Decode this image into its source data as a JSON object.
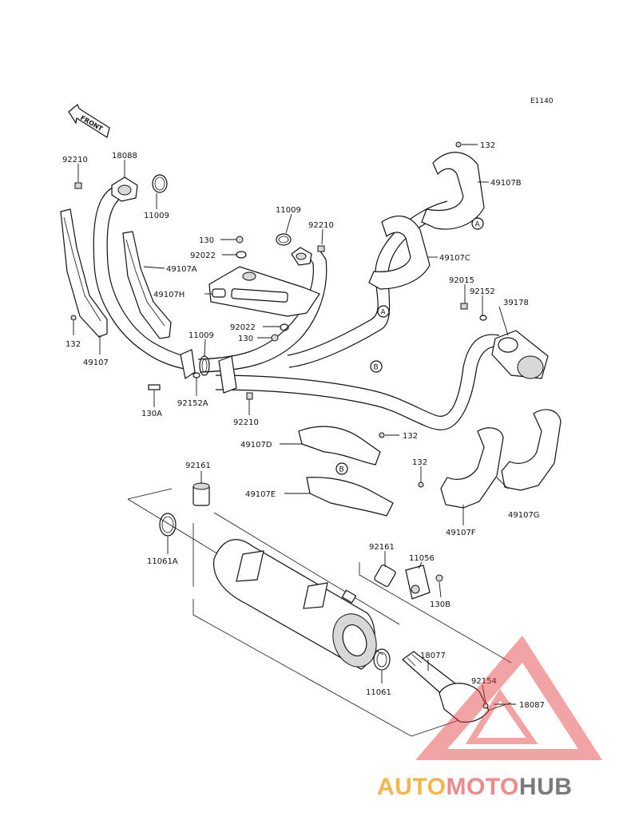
{
  "diagram": {
    "code": "E1140",
    "front_label": "FRONT",
    "labels": {
      "p132_top": "132",
      "p49107B": "49107B",
      "p92210_left": "92210",
      "p18088": "18088",
      "p11009_left": "11009",
      "p11009_mid": "11009",
      "p92210_mid": "92210",
      "p49107C": "49107C",
      "p130_top": "130",
      "p92022_top": "92022",
      "p49107A": "49107A",
      "p49107H": "49107H",
      "p92015": "92015",
      "p92152": "92152",
      "p39178": "39178",
      "p92022_low": "92022",
      "p130_low": "130",
      "p132_left": "132",
      "p49107": "49107",
      "p11009_low": "11009",
      "p130A": "130A",
      "p92152A": "92152A",
      "p92210_low": "92210",
      "p49107D": "49107D",
      "p132_mid": "132",
      "p92161_top": "92161",
      "p132_right": "132",
      "p49107E": "49107E",
      "p49107G": "49107G",
      "p49107F": "49107F",
      "p11061A": "11061A",
      "p92161_low": "92161",
      "p11056": "11056",
      "p130B": "130B",
      "p18077": "18077",
      "p11061": "11061",
      "p92154": "92154",
      "p18087": "18087"
    },
    "callouts": {
      "A1": "A",
      "A2": "A",
      "B1": "B",
      "B2": "B"
    }
  },
  "watermark": {
    "part1": "AUTO",
    "part2": "MOTO",
    "part3": "HUB",
    "color1": "#f5b54a",
    "color2": "#f08a8a",
    "color3": "#7a7a7a",
    "triangle_color": "#e23a3a"
  }
}
